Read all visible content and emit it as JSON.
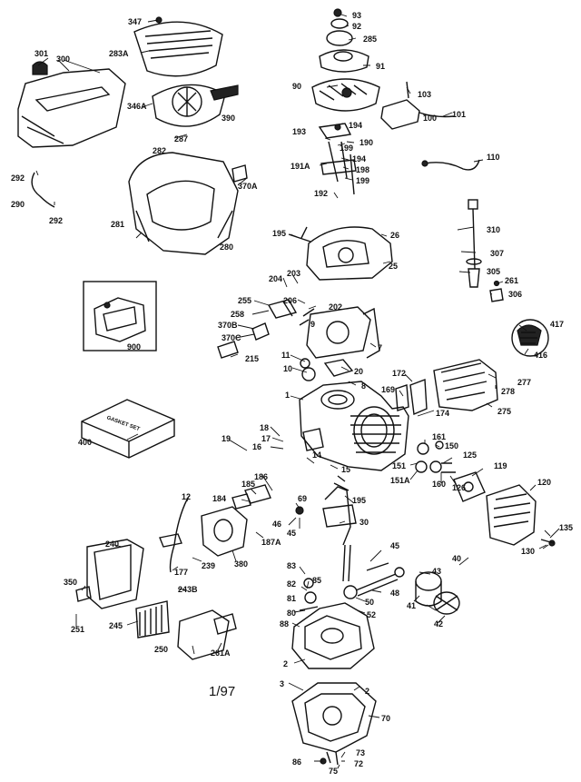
{
  "diagram": {
    "date_code": "1/97",
    "gasket_set_text": "GASKET SET",
    "labels": {
      "l347": "347",
      "l283a": "283A",
      "l301": "301",
      "l300": "300",
      "l346a": "346A",
      "l390": "390",
      "l287": "287",
      "l282a": "282",
      "l292a": "292",
      "l290": "290",
      "l292b": "292",
      "l370a": "370A",
      "l281": "281",
      "l280": "280",
      "l93": "93",
      "l92": "92",
      "l285": "285",
      "l91": "91",
      "l90": "90",
      "l103": "103",
      "l100": "100",
      "l101": "101",
      "l194a": "194",
      "l193": "193",
      "l190": "190",
      "l199a": "199",
      "l110": "110",
      "l191a": "191A",
      "l194b": "194",
      "l198": "198",
      "l199b": "199",
      "l192": "192",
      "l195a": "195",
      "l26": "26",
      "l25": "25",
      "l310": "310",
      "l307": "307",
      "l305": "305",
      "l261": "261",
      "l306": "306",
      "l204": "204",
      "l203": "203",
      "l206": "206",
      "l255": "255",
      "l202": "202",
      "l258": "258",
      "l9": "9",
      "l370b": "370B",
      "l370c": "370C",
      "l7": "7",
      "l215": "215",
      "l900": "900",
      "l417": "417",
      "l416": "416",
      "l11": "11",
      "l10": "10",
      "l20": "20",
      "l8": "8",
      "l172": "172",
      "l169": "169",
      "l278": "278",
      "l277": "277",
      "l275": "275",
      "l1": "1",
      "l174": "174",
      "l400": "400",
      "l18": "18",
      "l17": "17",
      "l16": "16",
      "l19": "19",
      "l14": "14",
      "l15": "15",
      "l161": "161",
      "l150": "150",
      "l125": "125",
      "l151": "151",
      "l151a": "151A",
      "l160": "160",
      "l126": "126",
      "l119": "119",
      "l120": "120",
      "l186": "186",
      "l12": "12",
      "l184": "184",
      "l185": "185",
      "l187a": "187A",
      "l69": "69",
      "l195b": "195",
      "l46": "46",
      "l45a": "45",
      "l30": "30",
      "l135": "135",
      "l130": "130",
      "l240": "240",
      "l239": "239",
      "l380": "380",
      "l177": "177",
      "l45b": "45",
      "l40": "40",
      "l83": "83",
      "l43": "43",
      "l85": "85",
      "l82": "82",
      "l48": "48",
      "l350": "350",
      "l243b": "243B",
      "l81": "81",
      "l50": "50",
      "l80": "80",
      "l41": "41",
      "l52": "52",
      "l42": "42",
      "l251": "251",
      "l245": "245",
      "l88": "88",
      "l250": "250",
      "l261a": "261A",
      "l2a": "2",
      "l3": "3",
      "l2b": "2",
      "l70": "70",
      "l86": "86",
      "l73": "73",
      "l72": "72",
      "l75": "75"
    }
  }
}
